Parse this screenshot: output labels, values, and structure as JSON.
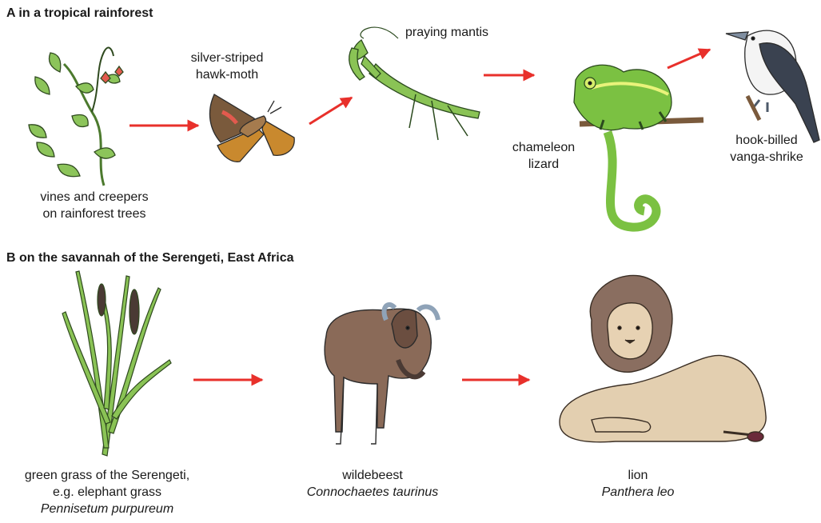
{
  "section_a": {
    "heading": "A in a tropical rainforest",
    "organisms": [
      {
        "id": "vines",
        "lines": [
          "vines and creepers",
          "on rainforest trees"
        ]
      },
      {
        "id": "hawk-moth",
        "lines": [
          "silver-striped",
          "hawk-moth"
        ]
      },
      {
        "id": "mantis",
        "lines": [
          "praying mantis"
        ]
      },
      {
        "id": "chameleon",
        "lines": [
          "chameleon",
          "lizard"
        ]
      },
      {
        "id": "vanga-shrike",
        "lines": [
          "hook-billed",
          "vanga-shrike"
        ]
      }
    ]
  },
  "section_b": {
    "heading": "B on the savannah of the Serengeti, East Africa",
    "organisms": [
      {
        "id": "grass",
        "lines": [
          "green grass of the Serengeti,",
          "e.g. elephant grass"
        ],
        "scientific": "Pennisetum purpureum"
      },
      {
        "id": "wildebeest",
        "lines": [
          "wildebeest"
        ],
        "scientific": "Connochaetes taurinus"
      },
      {
        "id": "lion",
        "lines": [
          "lion"
        ],
        "scientific": "Panthera leo"
      }
    ]
  },
  "colors": {
    "arrow": "#e8302b",
    "plant_green": "#7fb84a",
    "chameleon_green": "#7bc142",
    "wildebeest_brown": "#8a6a58",
    "lion_tan": "#e3cfb0"
  }
}
